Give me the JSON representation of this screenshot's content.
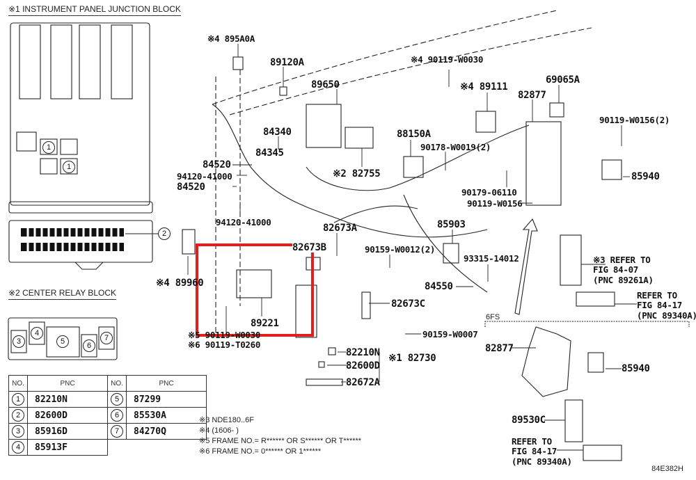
{
  "sections": {
    "instrument_panel": "※1 INSTRUMENT PANEL JUNCTION BLOCK",
    "center_relay": "※2 CENTER RELAY BLOCK"
  },
  "ipjb_markers": [
    "1",
    "1",
    "2"
  ],
  "relay_markers": [
    "3",
    "4",
    "5",
    "6",
    "7"
  ],
  "pnc_table": {
    "headers": [
      "NO.",
      "PNC",
      "NO.",
      "PNC"
    ],
    "rows": [
      {
        "no": "1",
        "pnc": "82210N",
        "no2": "5",
        "pnc2": "87299"
      },
      {
        "no": "2",
        "pnc": "82600D",
        "no2": "6",
        "pnc2": "85530A"
      },
      {
        "no": "3",
        "pnc": "85916D",
        "no2": "7",
        "pnc2": "84270Q"
      },
      {
        "no": "4",
        "pnc": "85913F"
      }
    ]
  },
  "labels": {
    "p895A0A": "※4 895A0A",
    "p89120A": "89120A",
    "p89650": "89650",
    "p84340": "84340",
    "p84345": "84345",
    "p84520a": "84520",
    "p94120a": "94120-41000",
    "p84520b": "84520",
    "p94120b": "94120-41000",
    "p82755": "※2 82755",
    "p82673A": "82673A",
    "p82673B": "82673B",
    "p89960": "※4 89960",
    "p89221": "89221",
    "p90119W0030": "※5 90119-W0030",
    "p90119T0260": "※6 90119-T0260",
    "p82210N": "82210N",
    "p82600D": "82600D",
    "p82672A": "82672A",
    "p82730": "※1 82730",
    "p82673C": "82673C",
    "p90159W0007": "90159-W0007",
    "p90159W0012": "90159-W0012(2)",
    "p90119W0030top": "※4 90119-W0030",
    "p89111": "※4 89111",
    "p88150A": "88150A",
    "p90178": "90178-W0019(2)",
    "p82877": "82877",
    "p69065A": "69065A",
    "p90119W0156_2": "90119-W0156(2)",
    "p85940": "85940",
    "p90179": "90179-06110",
    "p90119W0156": "90119-W0156",
    "p85903": "85903",
    "p93315": "93315-14012",
    "p84550": "84550",
    "refer1": [
      "※3 REFER TO",
      "FIG 84-07",
      "(PNC 89261A)"
    ],
    "refer2": [
      "REFER TO",
      "FIG 84-17",
      "(PNC 89340A)"
    ],
    "group_6fs": "6FS",
    "p82877b": "82877",
    "p85940b": "85940",
    "p89530C": "89530C",
    "refer3": [
      "REFER TO",
      "FIG 84-17",
      "(PNC 89340A)"
    ]
  },
  "notes": [
    "※3 NDE180..6F",
    "※4 (1606-        )",
    "※5 FRAME NO.= R****** OR S****** OR T******",
    "※6 FRAME NO.= 0****** OR 1******"
  ],
  "figure_code": "84E382H",
  "highlight_color": "#e0201e"
}
